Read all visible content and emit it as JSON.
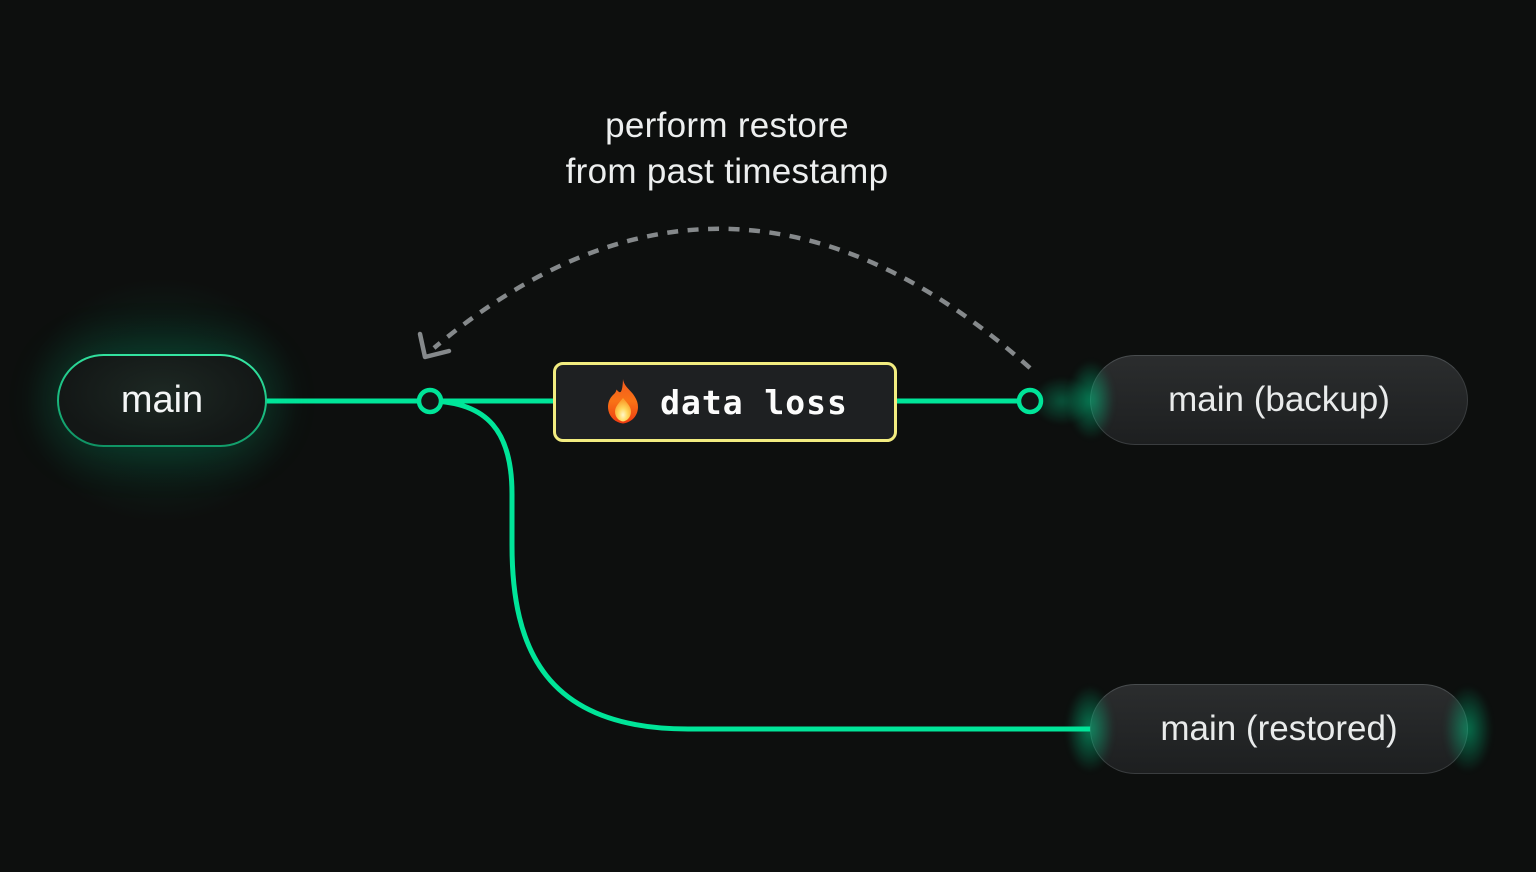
{
  "annotation": {
    "line1": "perform restore",
    "line2": "from past timestamp"
  },
  "nodes": {
    "main": {
      "label": "main"
    },
    "backup": {
      "label": "main (backup)"
    },
    "restored": {
      "label": "main (restored)"
    }
  },
  "event": {
    "label": "data loss",
    "icon": "fire-icon"
  },
  "colors": {
    "accent_green": "#00E599",
    "warning_yellow": "#F2EC80",
    "arc_gray": "#85898B",
    "background": "#0D0F0E",
    "node_fill": "#111413"
  }
}
